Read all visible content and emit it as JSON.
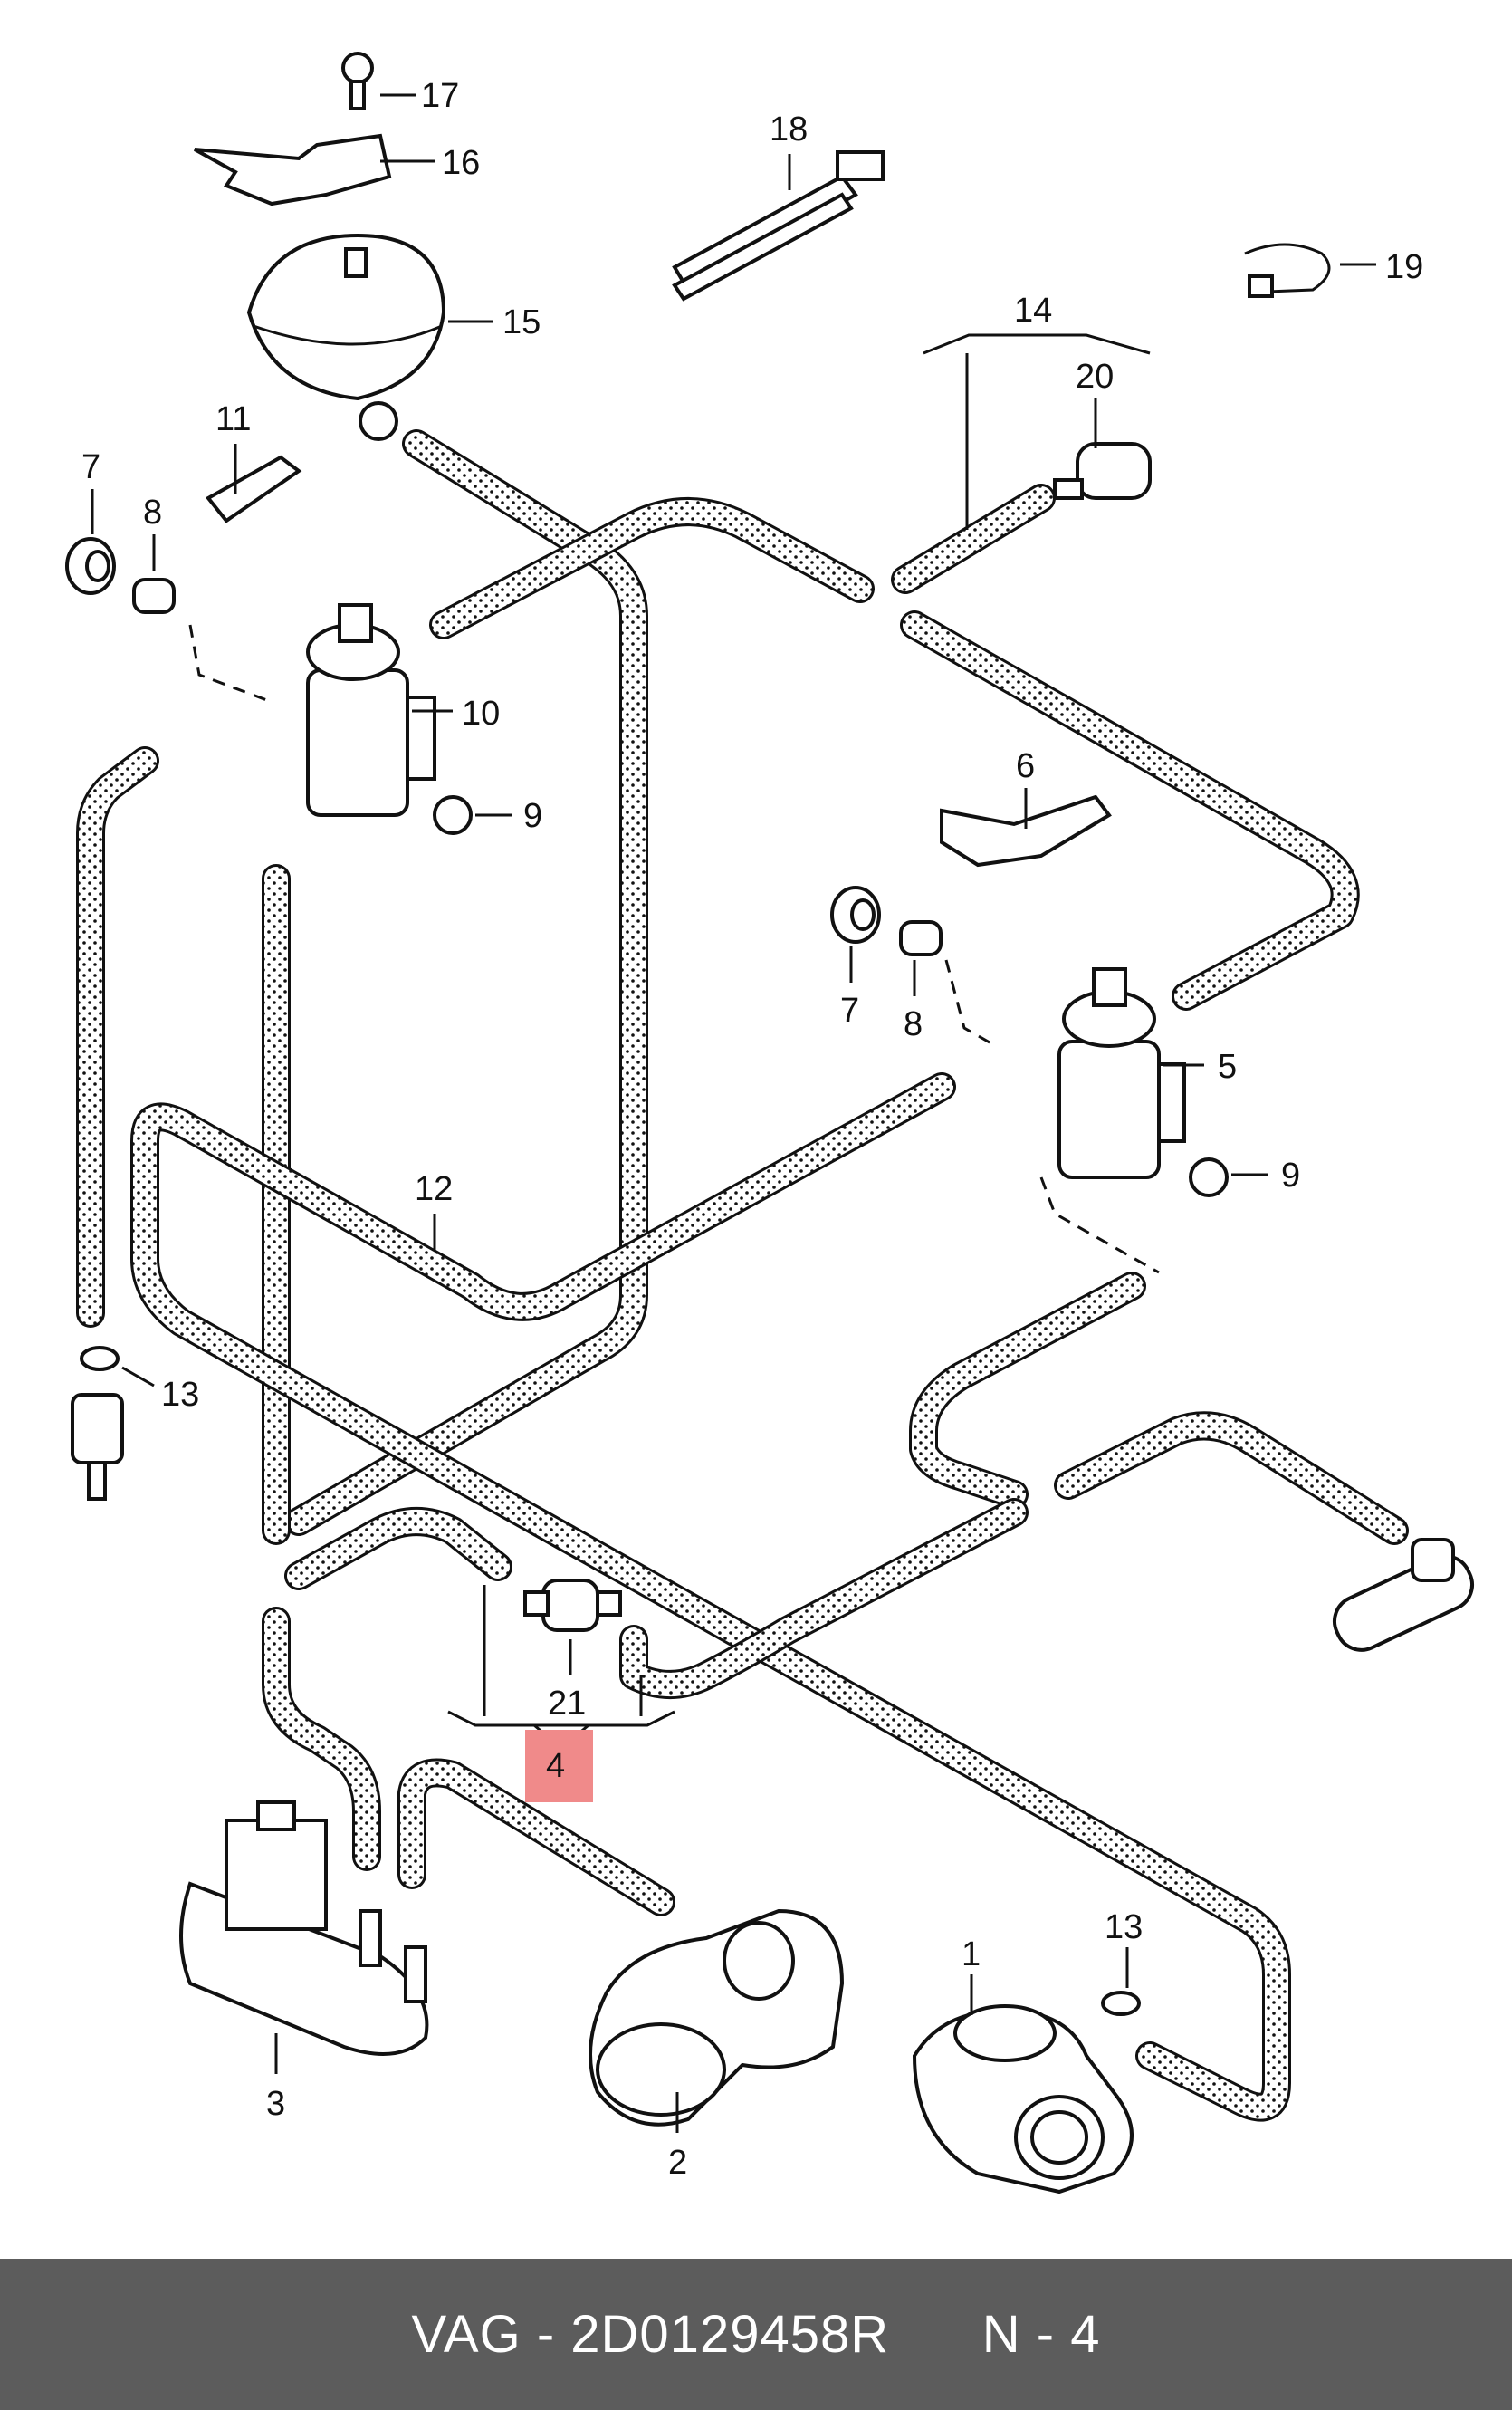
{
  "diagram": {
    "labels": {
      "l1": "1",
      "l2": "2",
      "l3": "3",
      "l4": "4",
      "l5": "5",
      "l6": "6",
      "l7a": "7",
      "l7b": "7",
      "l8a": "8",
      "l8b": "8",
      "l9a": "9",
      "l9b": "9",
      "l10": "10",
      "l11": "11",
      "l12": "12",
      "l13a": "13",
      "l13b": "13",
      "l14": "14",
      "l15": "15",
      "l16": "16",
      "l17": "17",
      "l18": "18",
      "l19": "19",
      "l20": "20",
      "l21": "21"
    },
    "highlight_color": "#f08a8a"
  },
  "footer": {
    "brand": "VAG",
    "separator": "-",
    "part_number": "2D0129458R",
    "position_label": "N - 4"
  }
}
